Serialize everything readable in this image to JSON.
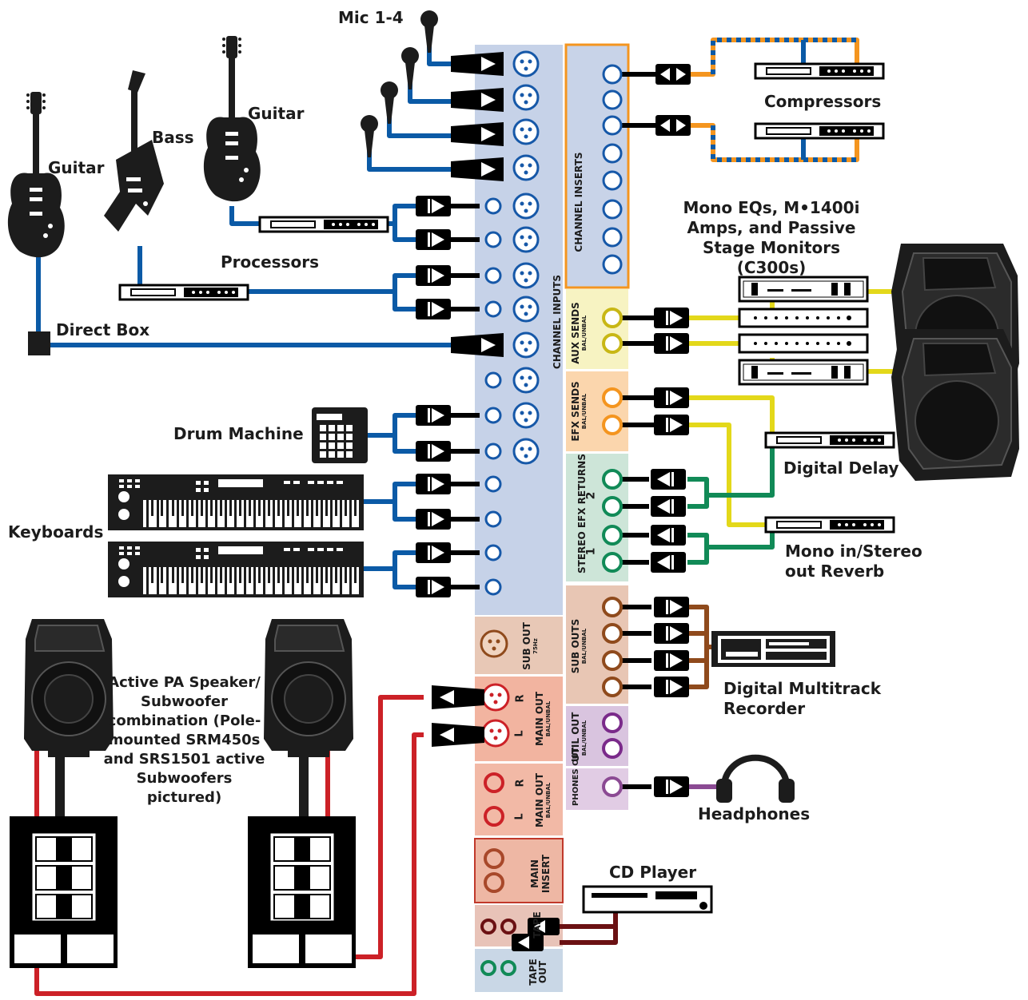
{
  "labels": {
    "mic": "Mic 1-4",
    "guitar_left": "Guitar",
    "bass": "Bass",
    "guitar_right": "Guitar",
    "processors": "Processors",
    "direct_box": "Direct Box",
    "drum_machine": "Drum Machine",
    "keyboards": "Keyboards",
    "compressors": "Compressors",
    "mono_eqs": "Mono EQs, M•1400i Amps, and Passive Stage Monitors (C300s)",
    "digital_delay": "Digital Delay",
    "reverb": "Mono in/Stereo out Reverb",
    "recorder": "Digital Multitrack Recorder",
    "headphones": "Headphones",
    "cd_player": "CD Player",
    "pa_speaker": "Active PA Speaker/ Subwoofer combination (Pole-mounted SRM450s and SRS1501 active Subwoofers pictured)"
  },
  "panel": {
    "channel_inputs": "CHANNEL INPUTS",
    "channel_inserts": "CHANNEL INSERTS",
    "aux_sends": "AUX SENDS",
    "aux_sends_sub": "BAL/UNBAL",
    "efx_sends": "EFX SENDS",
    "efx_sends_sub": "BAL/UNBAL",
    "stereo_efx_returns": "STEREO EFX RETURNS",
    "return_2": "2",
    "return_1": "1",
    "sub_out": "SUB OUT",
    "sub_out_sub": "75Hz",
    "main_out_xlr": "MAIN OUT",
    "main_out_xlr_sub": "BAL/UNBAL",
    "main_out_trs": "MAIN OUT",
    "main_out_trs_sub": "BAL/UNBAL",
    "r": "R",
    "l": "L",
    "main_insert": "MAIN INSERT",
    "sub_outs": "SUB OUTS",
    "sub_outs_sub": "BAL/UNBAL",
    "util_out": "UTIL OUT",
    "util_out_sub": "BAL/UNBAL",
    "phones_out": "PHONES OUT",
    "tape": "TAPE",
    "tape_out": "TAPE OUT"
  },
  "colors": {
    "blue_cable": "#0b5aa6",
    "yellow_cable": "#e3d81a",
    "orange_cable": "#f4951f",
    "green_cable": "#118a57",
    "brown_cable": "#8f4a1c",
    "red_cable": "#cc2127",
    "purple_cable": "#8b4a93",
    "dark_red_cable": "#6b1113",
    "panel_blue": "#c6d2e8",
    "inserts_blue": "#c8d3e8"
  }
}
